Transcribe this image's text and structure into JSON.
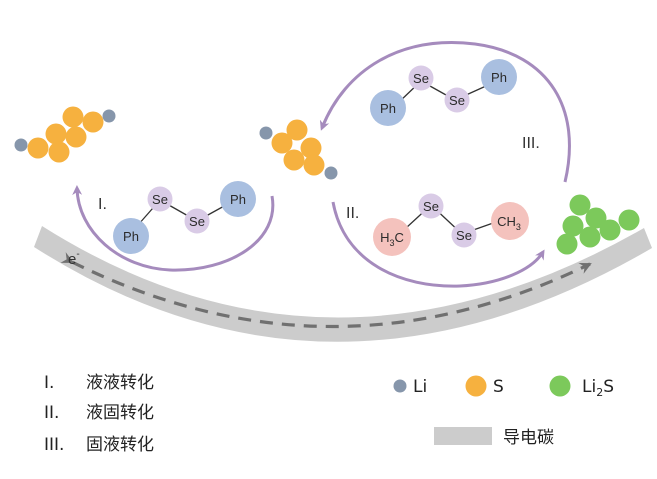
{
  "colors": {
    "li": "#8696ab",
    "s": "#f6b13f",
    "li2s": "#7cc95b",
    "carbon": "#cccccc",
    "arrow": "#a58bbd",
    "se": "#d9cbe6",
    "ph": "#a9bfe0",
    "methyl": "#f4c2bd"
  },
  "electron_label": "e",
  "electron_sup": "-",
  "steps": {
    "i": "I.",
    "ii": "II.",
    "iii": "III."
  },
  "molecules": {
    "diphenyl_top": {
      "se1": "Se",
      "se2": "Se",
      "ph1": "Ph",
      "ph2": "Ph"
    },
    "diphenyl_left": {
      "se1": "Se",
      "se2": "Se",
      "ph1": "Ph",
      "ph2": "Ph"
    },
    "dimethyl": {
      "se1": "Se",
      "se2": "Se",
      "h3c": "H",
      "h3c_sub": "3",
      "h3c_c": "C",
      "ch3_c": "CH",
      "ch3_sub": "3"
    }
  },
  "legend_steps": [
    {
      "num": "I.",
      "text": "液液转化"
    },
    {
      "num": "II.",
      "text": "液固转化"
    },
    {
      "num": "III.",
      "text": "固液转化"
    }
  ],
  "legend_items": {
    "li": "Li",
    "s": "S",
    "li2s_li": "Li",
    "li2s_sub": "2",
    "li2s_s": "S",
    "carbon": "导电碳"
  }
}
